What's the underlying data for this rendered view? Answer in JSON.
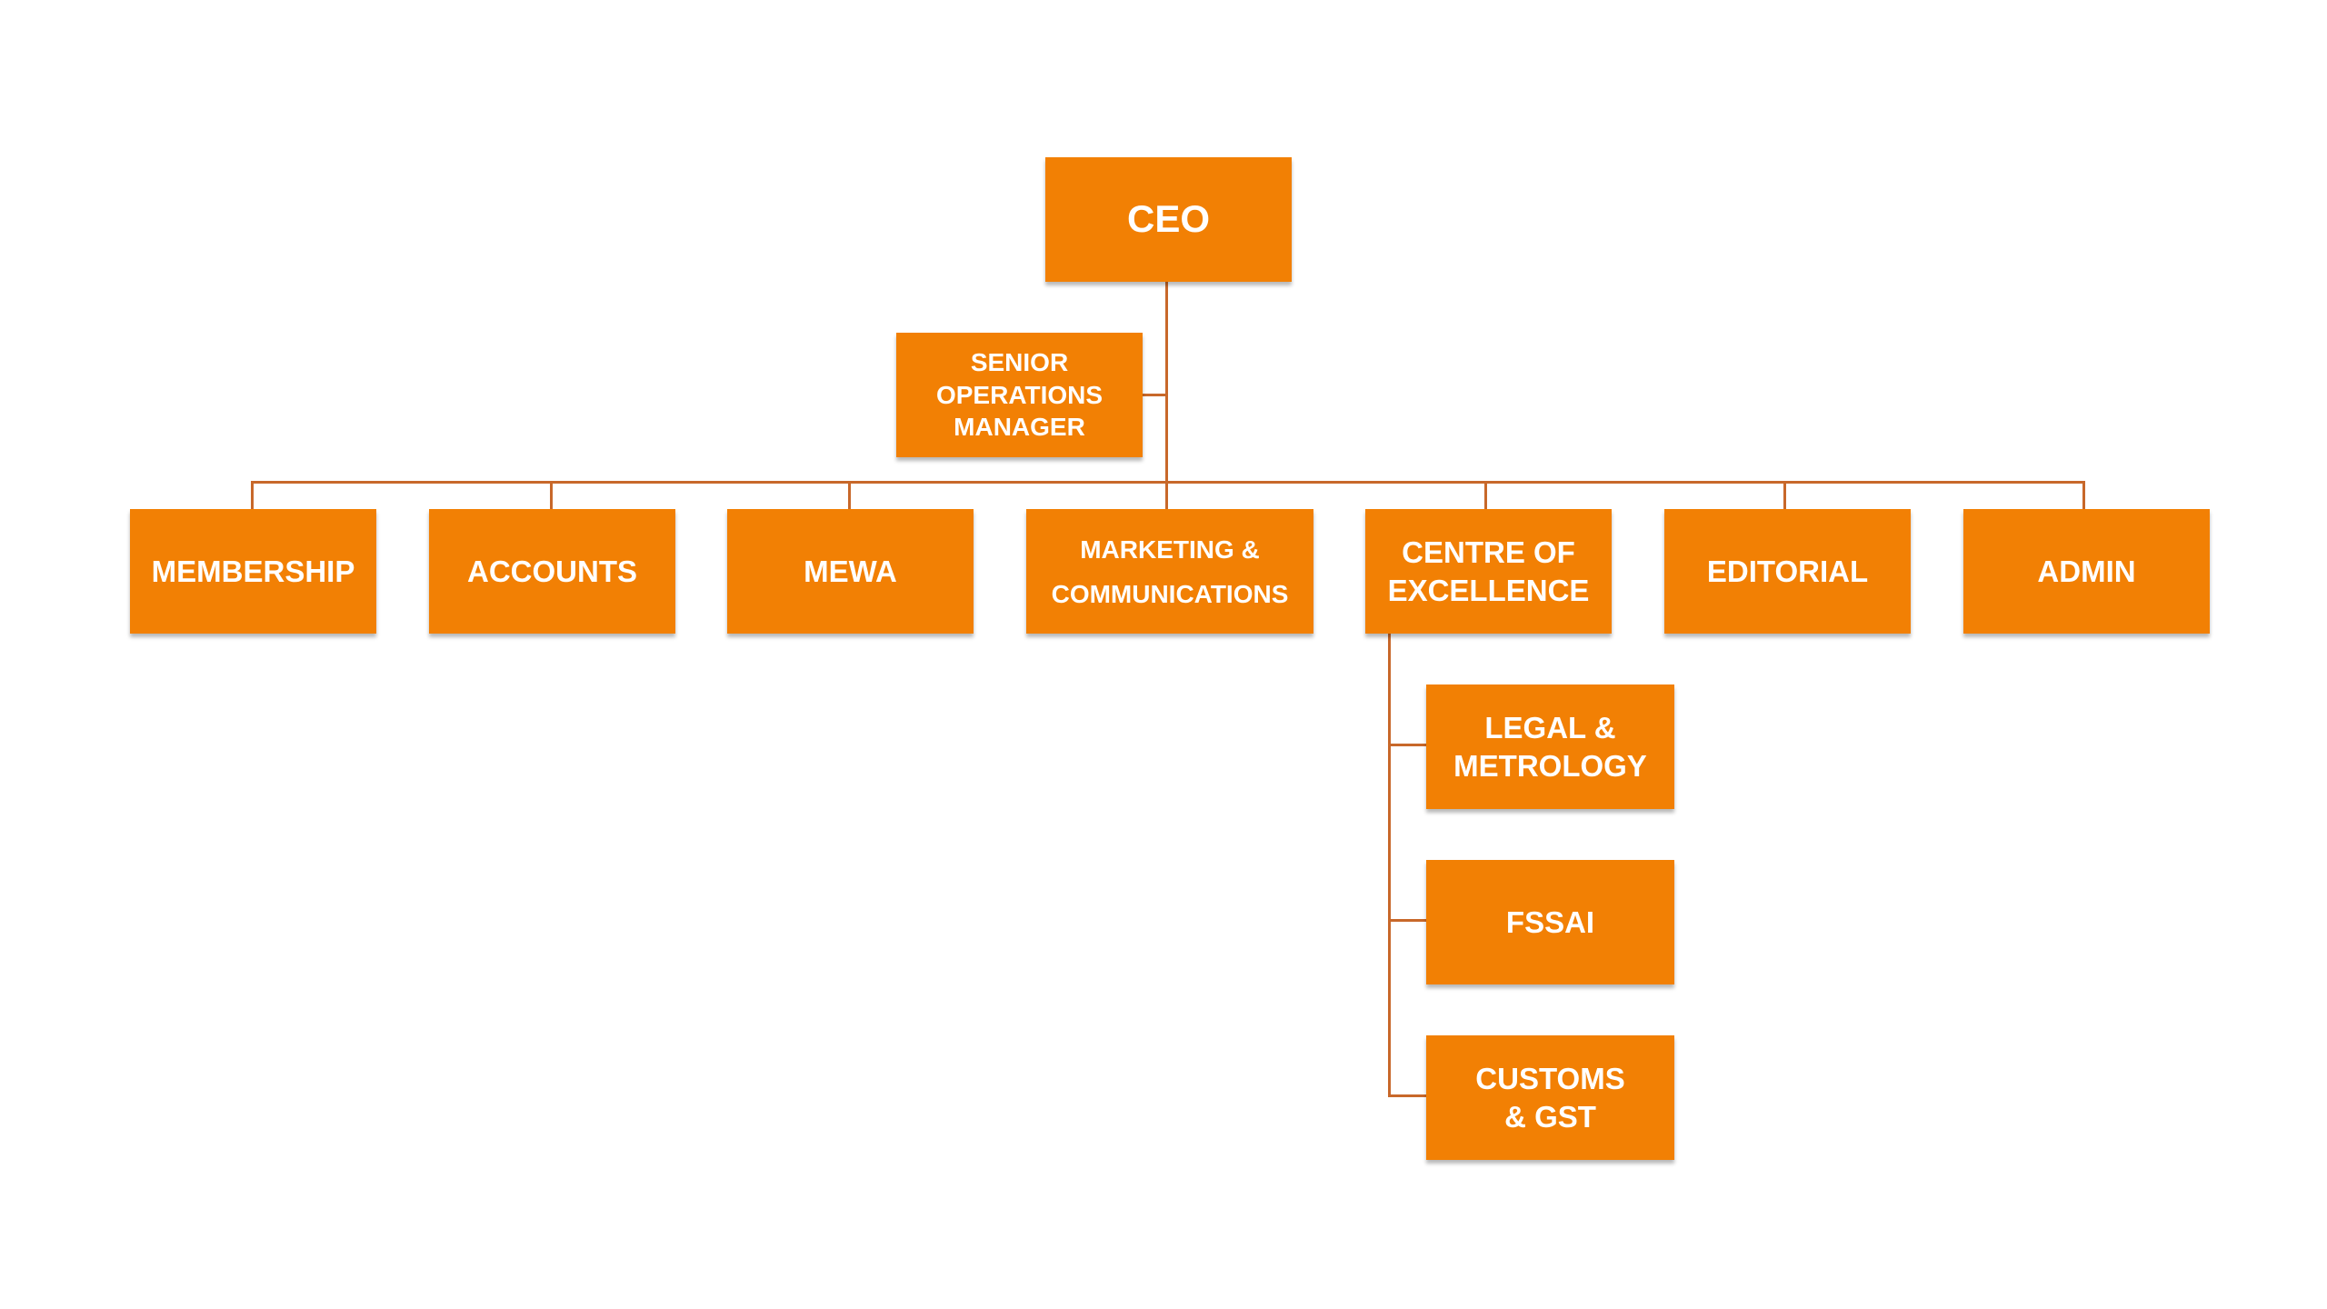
{
  "org_chart": {
    "root": {
      "label": "CEO"
    },
    "assistant": {
      "label": "SENIOR\nOPERATIONS\nMANAGER"
    },
    "departments": [
      {
        "label": "MEMBERSHIP"
      },
      {
        "label": "ACCOUNTS"
      },
      {
        "label": "MEWA"
      },
      {
        "label": "MARKETING &\nCOMMUNICATIONS"
      },
      {
        "label": "CENTRE OF\nEXCELLENCE"
      },
      {
        "label": "EDITORIAL"
      },
      {
        "label": "ADMIN"
      }
    ],
    "coe_children": [
      {
        "label": "LEGAL &\nMETROLOGY"
      },
      {
        "label": "FSSAI"
      },
      {
        "label": "CUSTOMS\n& GST"
      }
    ]
  },
  "colors": {
    "box_fill": "#f28004",
    "box_text": "#ffffff",
    "connector": "#c8682a"
  }
}
